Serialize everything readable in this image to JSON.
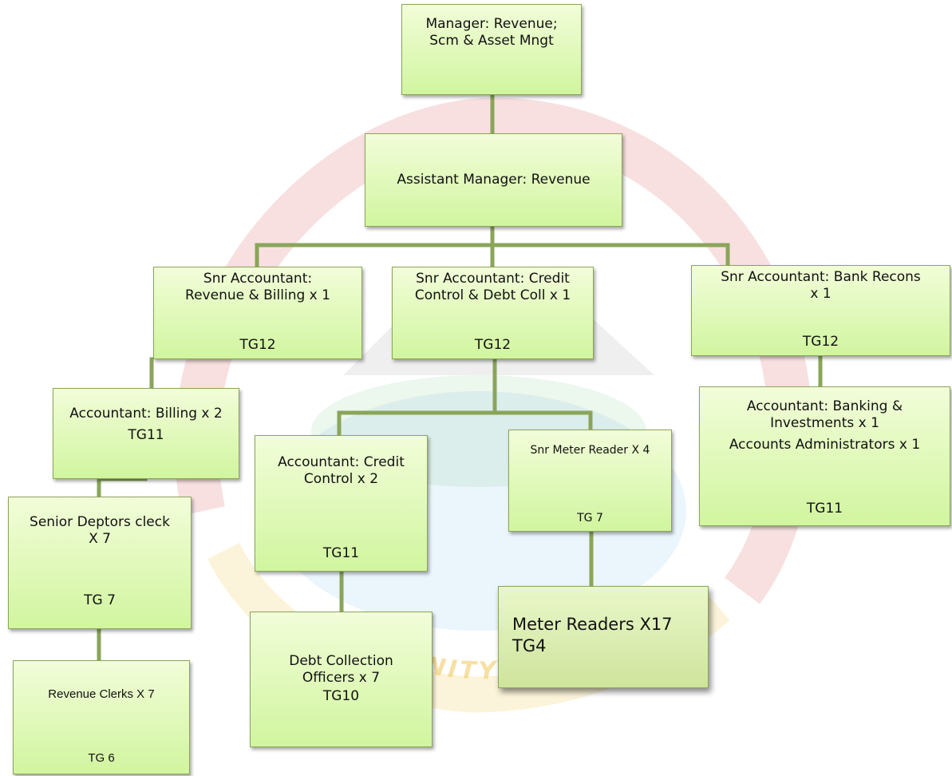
{
  "colors": {
    "box_top": "#f2fdd9",
    "box_bottom": "#d1f59f",
    "connector": "#8aa55a",
    "watermark_red": "#d44040",
    "watermark_yellow": "#f5d36a",
    "watermark_blue": "#8fc7ec"
  },
  "watermark": {
    "arc_text": "OF UNITY IN DIVERSITY"
  },
  "nodes": {
    "manager": {
      "title": "Manager: Revenue;\nScm & Asset Mngt"
    },
    "assistant_manager": {
      "title": "Assistant Manager: Revenue"
    },
    "snr_revenue_billing": {
      "title": "Snr Accountant:\nRevenue & Billing x 1",
      "grade": "TG12"
    },
    "snr_credit_control": {
      "title": "Snr Accountant: Credit\nControl & Debt Coll x 1",
      "grade": "TG12"
    },
    "snr_bank_recons": {
      "title": "Snr Accountant: Bank Recons\nx 1",
      "grade": "TG12"
    },
    "accountant_billing": {
      "title": "Accountant: Billing x 2",
      "grade": "TG11"
    },
    "accountant_credit_control": {
      "title": "Accountant: Credit\nControl x 2",
      "grade": "TG11"
    },
    "snr_meter_reader": {
      "title": "Snr Meter Reader X 4",
      "grade": "TG 7"
    },
    "accountant_banking": {
      "title": "Accountant: Banking &\nInvestments x 1",
      "subtitle": "Accounts Administrators x 1",
      "grade": "TG11"
    },
    "senior_debtors_clerk": {
      "title": "Senior Deptors cleck\nX 7",
      "grade": "TG 7"
    },
    "debt_collection": {
      "title": "Debt Collection\nOfficers x 7",
      "grade": "TG10"
    },
    "meter_readers": {
      "title": "Meter Readers X17",
      "grade": "TG4"
    },
    "revenue_clerks": {
      "title": "Revenue Clerks  X 7",
      "grade": "TG 6"
    }
  }
}
